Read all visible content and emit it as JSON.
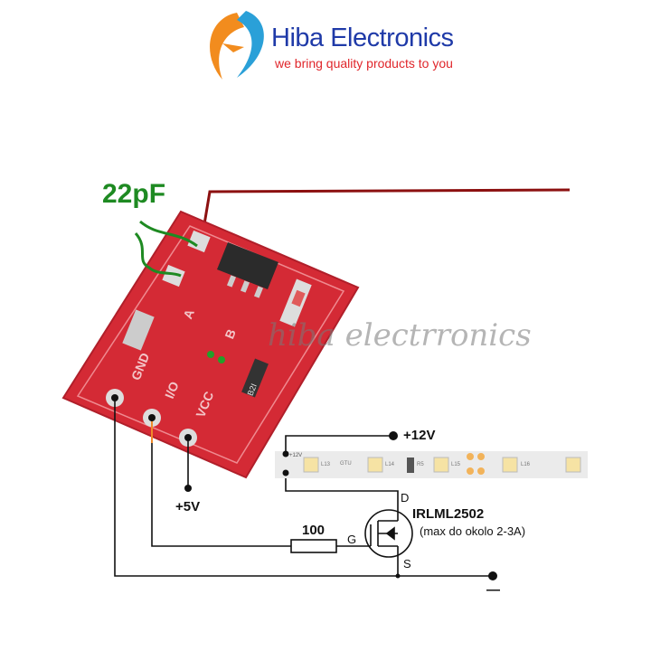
{
  "brand": {
    "name": "Hiba Electronics",
    "tagline": "we bring quality products to you",
    "logo_colors": [
      "#f28c1e",
      "#2aa0d8"
    ]
  },
  "watermark": "hiba electrronics",
  "module": {
    "capacitor_label": "22pF",
    "pin_labels": [
      "GND",
      "I/O",
      "VCC"
    ],
    "jumper_labels": [
      "A",
      "B"
    ],
    "resistor_code": "B2I",
    "board_color": "#d42a35"
  },
  "circuit": {
    "supply_5v": "+5V",
    "supply_12v": "+12V",
    "ground": "—",
    "resistor_value": "100",
    "mosfet_part": "IRLML2502",
    "mosfet_note": "(max do okolo 2-3A)",
    "drain": "D",
    "gate": "G",
    "source": "S",
    "led_strip_labels": [
      "L13",
      "L14",
      "R5",
      "L15",
      "L16",
      "GTU",
      "+12V"
    ]
  }
}
